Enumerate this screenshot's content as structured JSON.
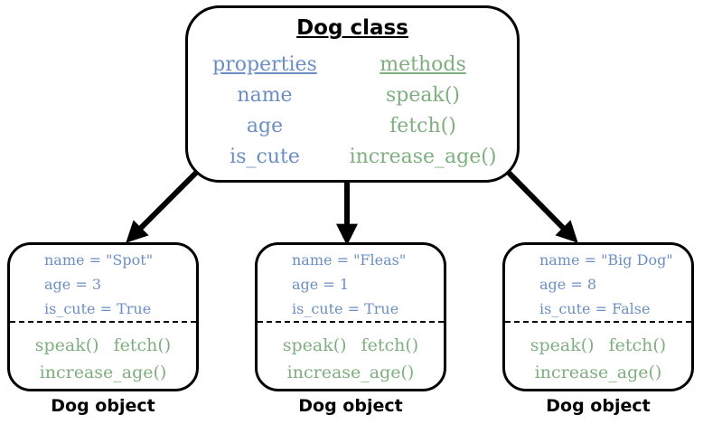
{
  "class_box": {
    "title": "Dog class",
    "properties_header": "properties",
    "methods_header": "methods",
    "properties": [
      "name",
      "age",
      "is_cute"
    ],
    "methods": [
      "speak()",
      "fetch()",
      "increase_age()"
    ]
  },
  "objects": [
    {
      "props": [
        "name = \"Spot\"",
        "age = 3",
        "is_cute = True"
      ],
      "methods_line1": [
        "speak()",
        "fetch()"
      ],
      "methods_line2": "increase_age()",
      "label": "Dog object"
    },
    {
      "props": [
        "name = \"Fleas\"",
        "age = 1",
        "is_cute = True"
      ],
      "methods_line1": [
        "speak()",
        "fetch()"
      ],
      "methods_line2": "increase_age()",
      "label": "Dog object"
    },
    {
      "props": [
        "name = \"Big Dog\"",
        "age = 8",
        "is_cute = False"
      ],
      "methods_line1": [
        "speak()",
        "fetch()"
      ],
      "methods_line2": "increase_age()",
      "label": "Dog object"
    }
  ],
  "colors": {
    "property_text": "#6b8fc4",
    "method_text": "#7fae7f",
    "outline": "#000000"
  }
}
